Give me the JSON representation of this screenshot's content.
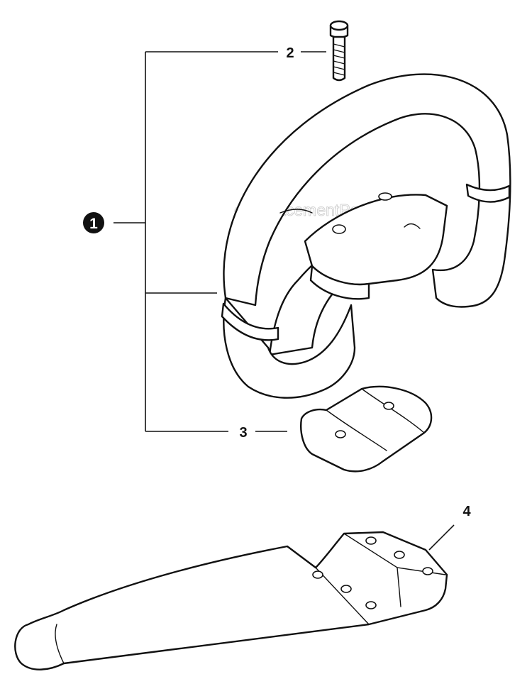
{
  "watermark": "eReplacementParts.com",
  "callouts": {
    "assembly": "1",
    "screw": "2",
    "clamp": "3",
    "bracket": "4"
  }
}
